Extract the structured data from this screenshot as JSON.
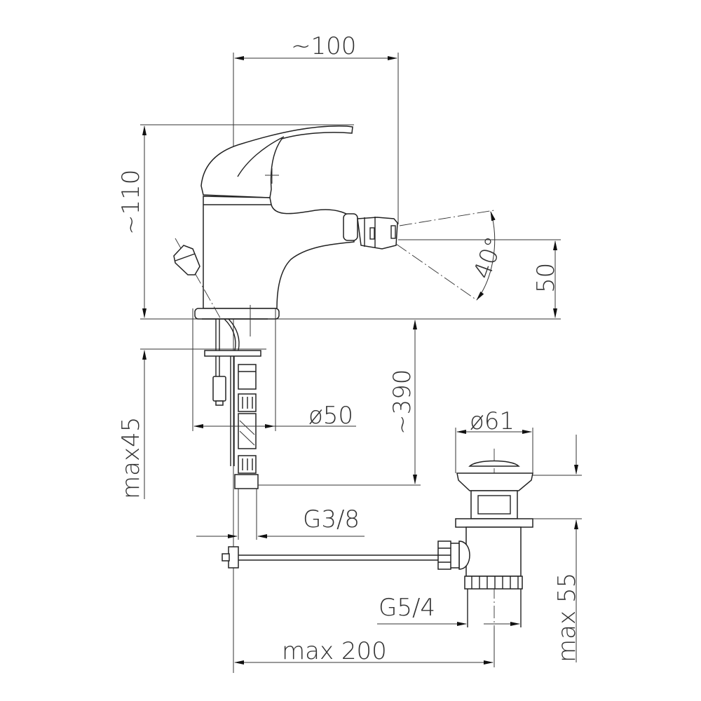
{
  "drawing": {
    "title": "Bidet mixer technical drawing",
    "line_color": "#222222",
    "background": "#ffffff",
    "dimensions": {
      "width_top": "~100",
      "height_total": "~110",
      "nozzle_height": "50",
      "nozzle_angle": "40°",
      "max_deck": "max45",
      "hose_length": "~390",
      "base_diameter": "ø50",
      "thread_inlet": "G3/8",
      "waste_diameter": "ø61",
      "waste_thread": "G5/4",
      "waste_depth": "max 55",
      "rod_length": "max 200"
    }
  }
}
